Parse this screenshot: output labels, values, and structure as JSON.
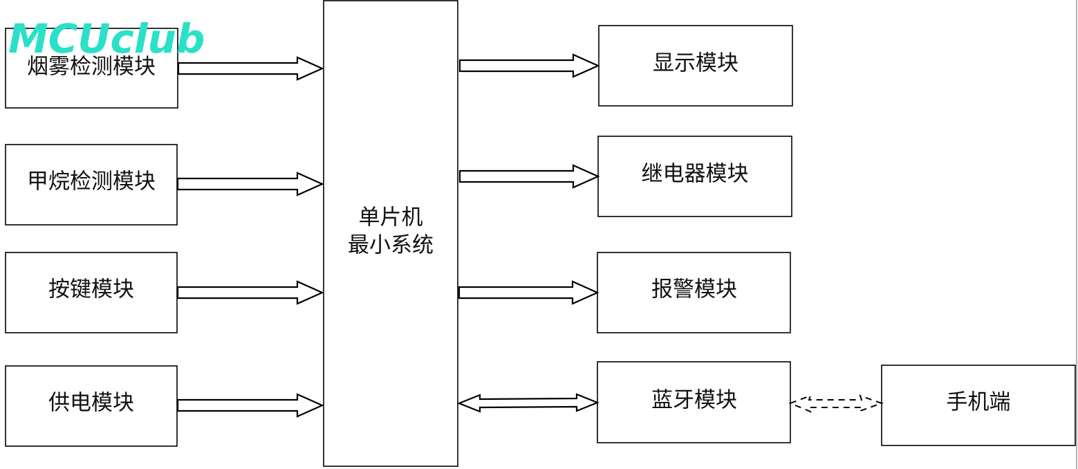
{
  "watermark": "MCUclub",
  "center": {
    "line1": "单片机",
    "line2": "最小系统"
  },
  "inputs": [
    {
      "label": "烟雾检测模块"
    },
    {
      "label": "甲烷检测模块"
    },
    {
      "label": "按键模块"
    },
    {
      "label": "供电模块"
    }
  ],
  "outputs": [
    {
      "label": "显示模块"
    },
    {
      "label": "继电器模块"
    },
    {
      "label": "报警模块"
    },
    {
      "label": "蓝牙模块"
    }
  ],
  "phone": {
    "label": "手机端"
  },
  "colors": {
    "watermark": "#2be0c8",
    "stroke": "#000000",
    "background": "#ffffff"
  }
}
